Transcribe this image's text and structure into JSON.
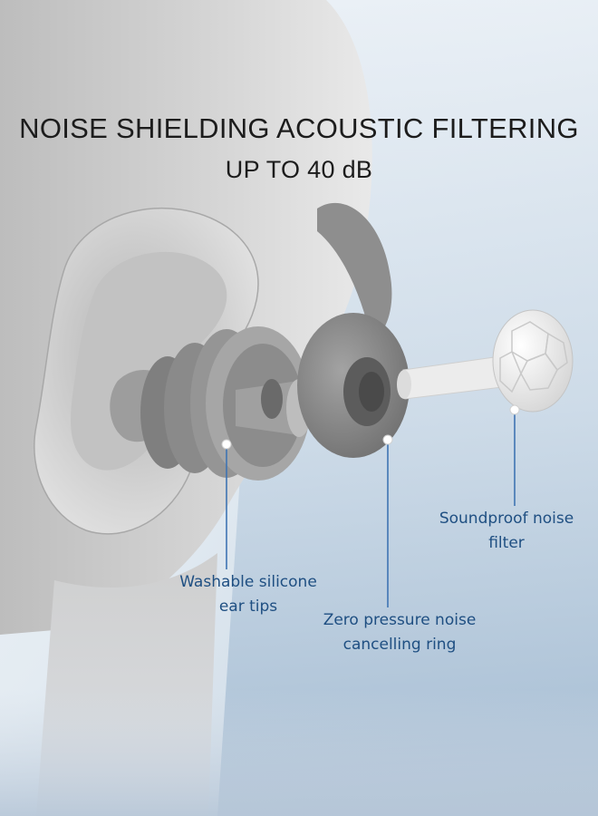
{
  "heading": {
    "line1": "NOISE SHIELDING ACOUSTIC FILTERING",
    "line2": "UP TO 40 dB"
  },
  "callouts": {
    "tips": {
      "line1": "Washable silicone",
      "line2": "ear tips"
    },
    "ring": {
      "line1": "Zero pressure noise",
      "line2": "cancelling ring"
    },
    "filter": {
      "line1": "Soundproof noise",
      "line2": "filter"
    }
  },
  "colors": {
    "background_light": "#ffffff",
    "background_blue": "#a9bfd6",
    "head_gray": "#c9c9c9",
    "earplug_gray": "#8f8f8f",
    "callout_text": "#1f4f82",
    "pointer_line": "#3f74b3"
  }
}
